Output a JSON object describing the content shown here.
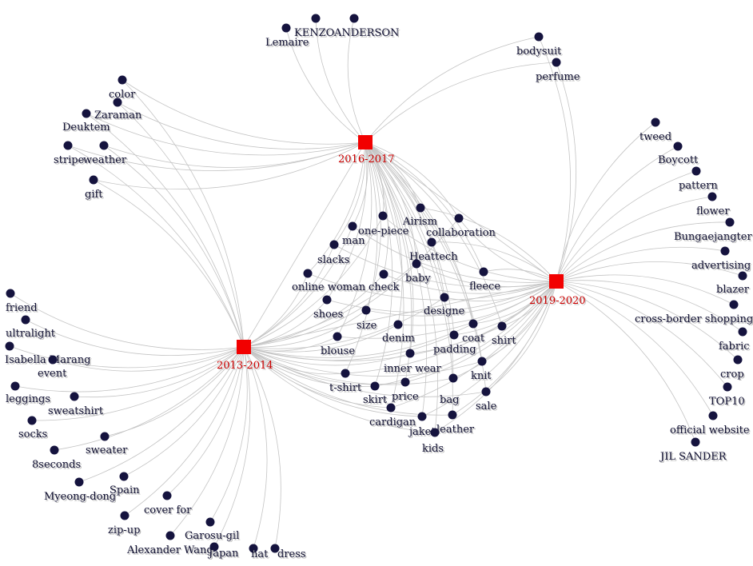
{
  "hubs": [
    {
      "id": "h2016",
      "label": "2016-2017"
    },
    {
      "id": "h2013",
      "label": "2013-2014"
    },
    {
      "id": "h2019",
      "label": "2019-2020"
    }
  ],
  "nodes": [
    {
      "id": "lemaire",
      "label": "Lemaire",
      "links": [
        "h2016"
      ]
    },
    {
      "id": "kenzo",
      "label": "KENZO",
      "links": [
        "h2016"
      ]
    },
    {
      "id": "anderson",
      "label": "ANDERSON",
      "links": [
        "h2016"
      ]
    },
    {
      "id": "bodysuit",
      "label": "bodysuit",
      "links": [
        "h2016",
        "h2019"
      ]
    },
    {
      "id": "perfume",
      "label": "perfume",
      "links": [
        "h2016",
        "h2019"
      ]
    },
    {
      "id": "color",
      "label": "color",
      "links": [
        "h2016",
        "h2013"
      ]
    },
    {
      "id": "zaraman",
      "label": "Zaraman",
      "links": [
        "h2016",
        "h2013"
      ]
    },
    {
      "id": "deuktem",
      "label": "Deuktem",
      "links": [
        "h2016",
        "h2013"
      ]
    },
    {
      "id": "stripe",
      "label": "stripe",
      "links": [
        "h2016",
        "h2013"
      ]
    },
    {
      "id": "weather",
      "label": "weather",
      "links": [
        "h2016",
        "h2013"
      ]
    },
    {
      "id": "gift",
      "label": "gift",
      "links": [
        "h2016",
        "h2013"
      ]
    },
    {
      "id": "tweed",
      "label": "tweed",
      "links": [
        "h2019"
      ]
    },
    {
      "id": "boycott",
      "label": "Boycott",
      "links": [
        "h2019"
      ]
    },
    {
      "id": "pattern",
      "label": "pattern",
      "links": [
        "h2019"
      ]
    },
    {
      "id": "flower",
      "label": "flower",
      "links": [
        "h2019"
      ]
    },
    {
      "id": "bungae",
      "label": "Bungaejangter",
      "links": [
        "h2019"
      ]
    },
    {
      "id": "advertising",
      "label": "advertising",
      "links": [
        "h2019"
      ]
    },
    {
      "id": "blazer",
      "label": "blazer",
      "links": [
        "h2019"
      ]
    },
    {
      "id": "crossborder",
      "label": "cross-border shopping",
      "links": [
        "h2019"
      ]
    },
    {
      "id": "fabric",
      "label": "fabric",
      "links": [
        "h2019"
      ]
    },
    {
      "id": "crop",
      "label": "crop",
      "links": [
        "h2019"
      ]
    },
    {
      "id": "top10",
      "label": "TOP10",
      "links": [
        "h2019"
      ]
    },
    {
      "id": "official",
      "label": "official website",
      "links": [
        "h2019"
      ]
    },
    {
      "id": "jilsander",
      "label": "JIL SANDER",
      "links": [
        "h2019"
      ]
    },
    {
      "id": "friend",
      "label": "friend",
      "links": [
        "h2013"
      ]
    },
    {
      "id": "ultralight",
      "label": "ultralight",
      "links": [
        "h2013"
      ]
    },
    {
      "id": "isabella",
      "label": "Isabella Marang",
      "links": [
        "h2013"
      ]
    },
    {
      "id": "event",
      "label": "event",
      "links": [
        "h2013"
      ]
    },
    {
      "id": "leggings",
      "label": "leggings",
      "links": [
        "h2013"
      ]
    },
    {
      "id": "sweatshirt",
      "label": "sweatshirt",
      "links": [
        "h2013"
      ]
    },
    {
      "id": "socks",
      "label": "socks",
      "links": [
        "h2013"
      ]
    },
    {
      "id": "sweater",
      "label": "sweater",
      "links": [
        "h2013"
      ]
    },
    {
      "id": "8seconds",
      "label": "8seconds",
      "links": [
        "h2013"
      ]
    },
    {
      "id": "myeongdong",
      "label": "Myeong-dong",
      "links": [
        "h2013"
      ]
    },
    {
      "id": "spain",
      "label": "Spain",
      "links": [
        "h2013"
      ]
    },
    {
      "id": "coverfor",
      "label": "cover for",
      "links": [
        "h2013"
      ]
    },
    {
      "id": "zipup",
      "label": "zip-up",
      "links": [
        "h2013"
      ]
    },
    {
      "id": "garosugil",
      "label": "Garosu-gil",
      "links": [
        "h2013"
      ]
    },
    {
      "id": "alexanderwang",
      "label": "Alexander Wang",
      "links": [
        "h2013"
      ]
    },
    {
      "id": "japan",
      "label": "Japan",
      "links": [
        "h2013"
      ]
    },
    {
      "id": "hat",
      "label": "hat",
      "links": [
        "h2013"
      ]
    },
    {
      "id": "dress",
      "label": "dress",
      "links": [
        "h2013"
      ]
    },
    {
      "id": "onepiece",
      "label": "one-piece",
      "links": [
        "h2016",
        "h2013",
        "h2019"
      ]
    },
    {
      "id": "airism",
      "label": "Airism",
      "links": [
        "h2016",
        "h2019"
      ]
    },
    {
      "id": "collaboration",
      "label": "collaboration",
      "links": [
        "h2016",
        "h2013",
        "h2019"
      ]
    },
    {
      "id": "man",
      "label": "man",
      "links": [
        "h2016",
        "h2013",
        "h2019"
      ]
    },
    {
      "id": "slacks",
      "label": "slacks",
      "links": [
        "h2016",
        "h2013",
        "h2019"
      ]
    },
    {
      "id": "heattech",
      "label": "Heattech",
      "links": [
        "h2016",
        "h2019"
      ]
    },
    {
      "id": "baby",
      "label": "baby",
      "links": [
        "h2016",
        "h2013",
        "h2019"
      ]
    },
    {
      "id": "onlinewoman",
      "label": "online woman",
      "links": [
        "h2016",
        "h2013",
        "h2019"
      ]
    },
    {
      "id": "check",
      "label": "check",
      "links": [
        "h2016",
        "h2013",
        "h2019"
      ]
    },
    {
      "id": "fleece",
      "label": "fleece",
      "links": [
        "h2016",
        "h2019"
      ]
    },
    {
      "id": "shoes",
      "label": "shoes",
      "links": [
        "h2016",
        "h2013",
        "h2019"
      ]
    },
    {
      "id": "designe",
      "label": "designe",
      "links": [
        "h2016",
        "h2013",
        "h2019"
      ]
    },
    {
      "id": "size",
      "label": "size",
      "links": [
        "h2016",
        "h2013",
        "h2019"
      ]
    },
    {
      "id": "coat",
      "label": "coat",
      "links": [
        "h2016",
        "h2013",
        "h2019"
      ]
    },
    {
      "id": "shirt",
      "label": "shirt",
      "links": [
        "h2016",
        "h2013",
        "h2019"
      ]
    },
    {
      "id": "denim",
      "label": "denim",
      "links": [
        "h2016",
        "h2013",
        "h2019"
      ]
    },
    {
      "id": "blouse",
      "label": "blouse",
      "links": [
        "h2016",
        "h2013",
        "h2019"
      ]
    },
    {
      "id": "padding",
      "label": "padding",
      "links": [
        "h2016",
        "h2013",
        "h2019"
      ]
    },
    {
      "id": "innerwear",
      "label": "inner wear",
      "links": [
        "h2016",
        "h2013",
        "h2019"
      ]
    },
    {
      "id": "knit",
      "label": "knit",
      "links": [
        "h2016",
        "h2013",
        "h2019"
      ]
    },
    {
      "id": "tshirt",
      "label": "t-shirt",
      "links": [
        "h2016",
        "h2013",
        "h2019"
      ]
    },
    {
      "id": "price",
      "label": "price",
      "links": [
        "h2016",
        "h2013",
        "h2019"
      ]
    },
    {
      "id": "skirt",
      "label": "skirt",
      "links": [
        "h2016",
        "h2013",
        "h2019"
      ]
    },
    {
      "id": "bag",
      "label": "bag",
      "links": [
        "h2016",
        "h2013",
        "h2019"
      ]
    },
    {
      "id": "sale",
      "label": "sale",
      "links": [
        "h2016",
        "h2013",
        "h2019"
      ]
    },
    {
      "id": "cardigan",
      "label": "cardigan",
      "links": [
        "h2016",
        "h2013",
        "h2019"
      ]
    },
    {
      "id": "jaket",
      "label": "jaket",
      "links": [
        "h2016",
        "h2013",
        "h2019"
      ]
    },
    {
      "id": "leather",
      "label": "leather",
      "links": [
        "h2016",
        "h2013",
        "h2019"
      ]
    },
    {
      "id": "kids",
      "label": "kids",
      "links": [
        "h2016",
        "h2013",
        "h2019"
      ]
    }
  ]
}
